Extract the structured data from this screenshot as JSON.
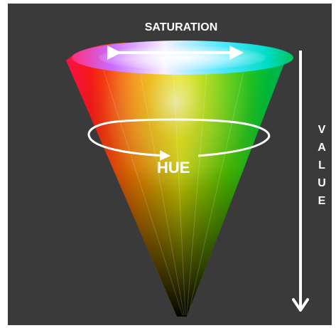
{
  "labels": {
    "saturation": "SATURATION",
    "hue": "HUE",
    "value_letters": [
      "V",
      "A",
      "L",
      "U",
      "E"
    ]
  },
  "colors": {
    "background": "#3a3a3a",
    "arrow": "#ffffff",
    "red": "#ff0000",
    "magenta": "#ff0066",
    "yellow": "#ffff00",
    "green": "#00cc33",
    "cyan": "#22ddee"
  }
}
